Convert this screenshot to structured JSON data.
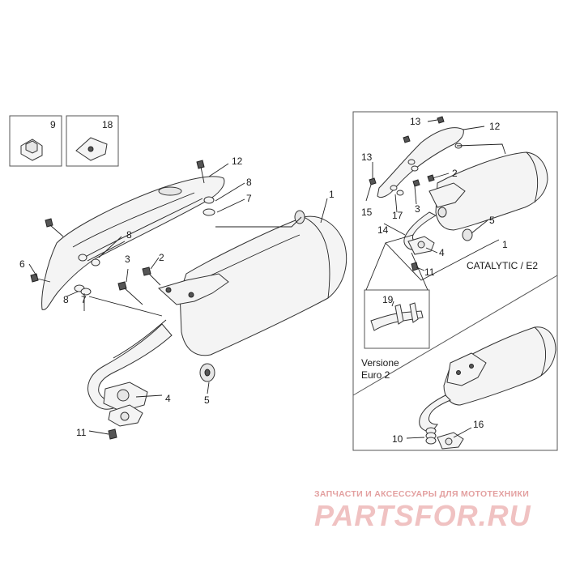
{
  "callouts": {
    "n1": "1",
    "n2": "2",
    "n3": "3",
    "n4": "4",
    "n5": "5",
    "n6": "6",
    "n7": "7",
    "n8": "8",
    "n9": "9",
    "n10": "10",
    "n11": "11",
    "n12": "12",
    "n13": "13",
    "n14": "14",
    "n15": "15",
    "n16": "16",
    "n17": "17",
    "n18": "18",
    "n19": "19"
  },
  "notes": {
    "catalytic": "CATALYTIC / E2",
    "versione_line1": "Versione",
    "versione_line2": "Euro 2"
  },
  "watermark": {
    "tagline": "ЗАПЧАСТИ И АКСЕССУАРЫ ДЛЯ МОТОТЕХНИКИ",
    "brand": "PARTSFOR.RU"
  }
}
